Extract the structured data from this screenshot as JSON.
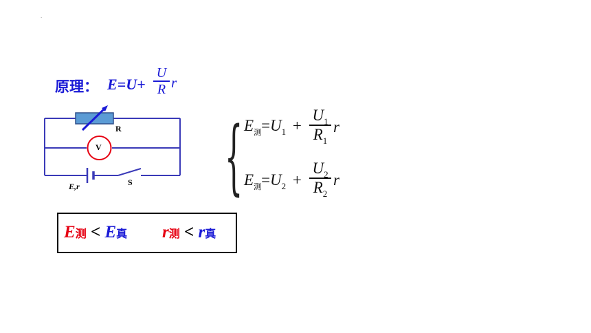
{
  "decor": {
    "corner_mark": "."
  },
  "principle": {
    "label": "原理：",
    "expr": "E=U+",
    "frac_num": "U",
    "frac_den": "R",
    "tail": "r",
    "color": "#1a1ad6"
  },
  "circuit": {
    "resistor_label": "R",
    "voltmeter_label": "V",
    "battery_label": "E,r",
    "switch_label": "S",
    "wire_color": "#3a3ab8",
    "resistor_fill": "#5b9bd5",
    "voltmeter_color": "#e60012"
  },
  "equations": {
    "eq1": {
      "lhs": "E",
      "lhs_sub": "测",
      "eq": "=",
      "u": "U",
      "u_sub": "1",
      "plus": "+",
      "num": "U",
      "num_sub": "1",
      "den": "R",
      "den_sub": "1",
      "tail": "r"
    },
    "eq2": {
      "lhs": "E",
      "lhs_sub": "测",
      "eq": "=",
      "u": "U",
      "u_sub": "2",
      "plus": "+",
      "num": "U",
      "num_sub": "2",
      "den": "R",
      "den_sub": "2",
      "tail": "r"
    }
  },
  "result": {
    "e_meas": "E",
    "e_meas_sub": "测",
    "lt1": "<",
    "e_true": "E",
    "e_true_sub": "真",
    "r_meas": "r",
    "r_meas_sub": "测",
    "lt2": "<",
    "r_true": "r",
    "r_true_sub": "真",
    "red": "#e60012",
    "blue": "#1a1ad6"
  }
}
